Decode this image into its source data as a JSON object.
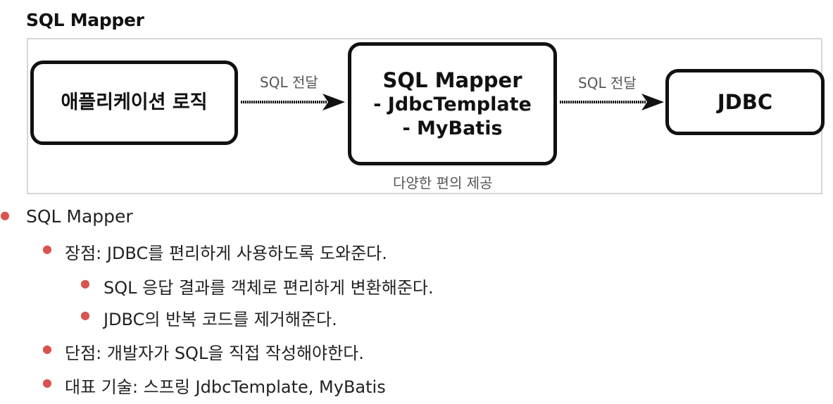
{
  "heading": "SQL Mapper",
  "diagram": {
    "nodes": {
      "app": "애플리케이션 로직",
      "mapper": [
        "SQL Mapper",
        "- JdbcTemplate",
        "- MyBatis"
      ],
      "jdbc": "JDBC"
    },
    "arrow_labels": [
      "SQL 전달",
      "SQL 전달"
    ],
    "caption": "다양한 편의 제공"
  },
  "bullets": {
    "root": "SQL Mapper",
    "pros": "장점: JDBC를 편리하게 사용하도록 도와준다.",
    "pros_details": [
      "SQL 응답 결과를 객체로 편리하게 변환해준다.",
      "JDBC의 반복 코드를 제거해준다."
    ],
    "cons": "단점: 개발자가 SQL을 직접 작성해야한다.",
    "tech": "대표 기술: 스프링 JdbcTemplate, MyBatis"
  },
  "colors": {
    "bullet": "#d9534f",
    "node_border": "#111111",
    "frame": "#d6d6d6"
  }
}
